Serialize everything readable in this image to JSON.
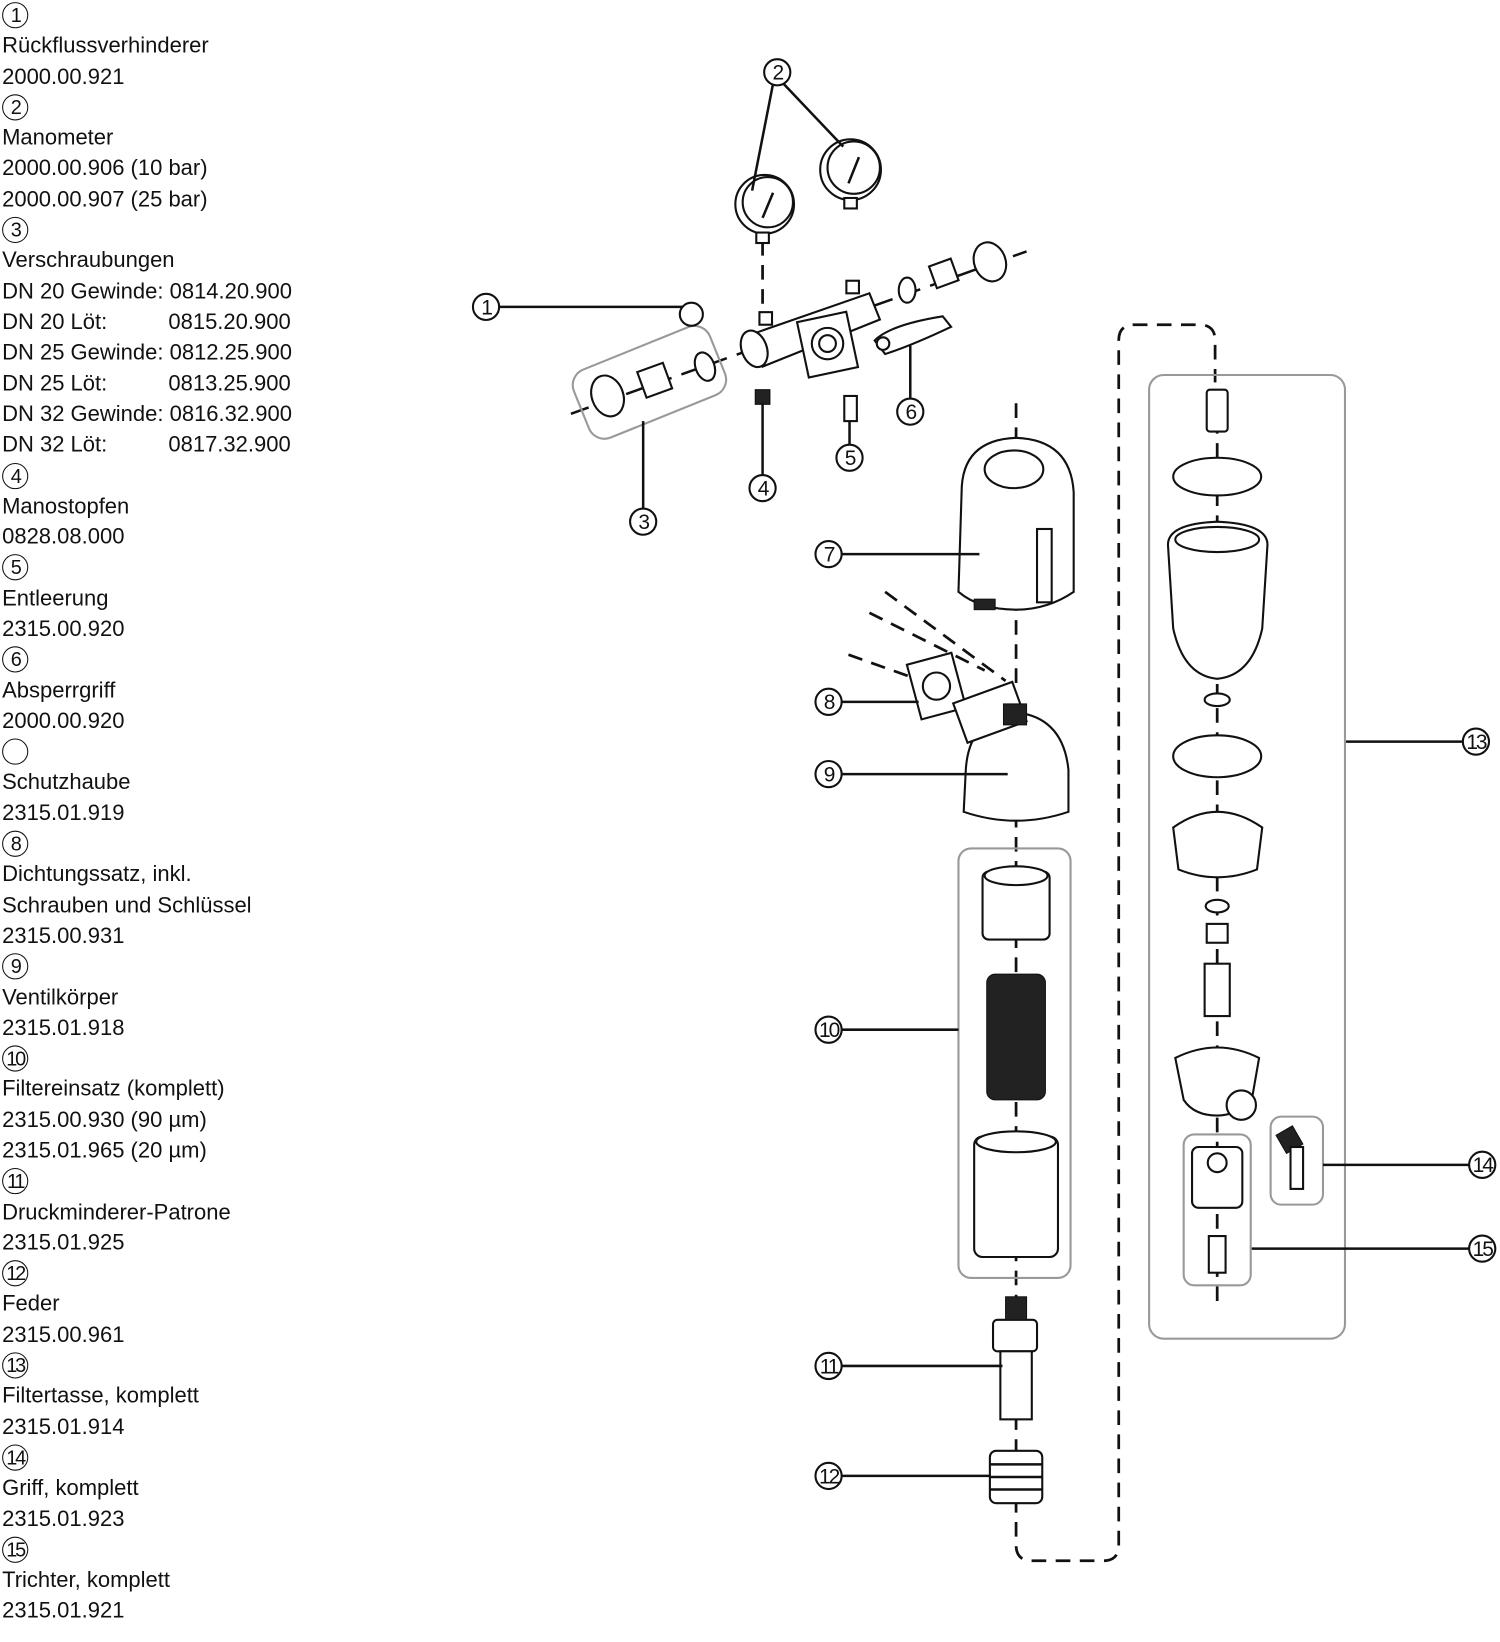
{
  "parts": [
    {
      "number": "1",
      "lines": [
        "Rückflussverhinderer",
        "2000.00.921"
      ]
    },
    {
      "number": "2",
      "lines": [
        "Manometer",
        "2000.00.906 (10 bar)",
        "2000.00.907 (25 bar)"
      ]
    },
    {
      "number": "3",
      "lines": [
        "Verschraubungen",
        "DN 20 Gewinde: 0814.20.900",
        "DN 20 Löt:          0815.20.900",
        "DN 25 Gewinde: 0812.25.900",
        "DN 25 Löt:          0813.25.900",
        "DN 32 Gewinde: 0816.32.900",
        "DN 32 Löt:          0817.32.900"
      ]
    },
    {
      "number": "4",
      "lines": [
        "Manostopfen",
        "0828.08.000"
      ]
    },
    {
      "number": "5",
      "lines": [
        "Entleerung",
        "2315.00.920"
      ]
    },
    {
      "number": "6",
      "lines": [
        "Absperrgriff",
        "2000.00.920"
      ]
    },
    {
      "number": "",
      "lines": [
        "Schutzhaube",
        "2315.01.919"
      ]
    },
    {
      "number": "8",
      "lines": [
        "Dichtungssatz, inkl.",
        "Schrauben und Schlüssel",
        "2315.00.931"
      ]
    },
    {
      "number": "9",
      "lines": [
        "Ventilkörper",
        "2315.01.918"
      ]
    },
    {
      "number": "10",
      "lines": [
        "Filtereinsatz (komplett)",
        "2315.00.930 (90 µm)",
        "2315.01.965 (20 µm)"
      ]
    },
    {
      "number": "11",
      "lines": [
        "Druckminderer-Patrone",
        "2315.01.925"
      ]
    },
    {
      "number": "12",
      "lines": [
        "Feder",
        "2315.00.961"
      ]
    },
    {
      "number": "13",
      "lines": [
        "Filtertasse, komplett",
        "2315.01.914"
      ]
    },
    {
      "number": "14",
      "lines": [
        "Griff, komplett",
        "2315.01.923"
      ]
    },
    {
      "number": "15",
      "lines": [
        "Trichter, komplett",
        "2315.01.921"
      ]
    }
  ],
  "callouts": [
    "1",
    "2",
    "3",
    "4",
    "5",
    "6",
    "7",
    "8",
    "9",
    "10",
    "11",
    "12",
    "13",
    "14",
    "15"
  ]
}
